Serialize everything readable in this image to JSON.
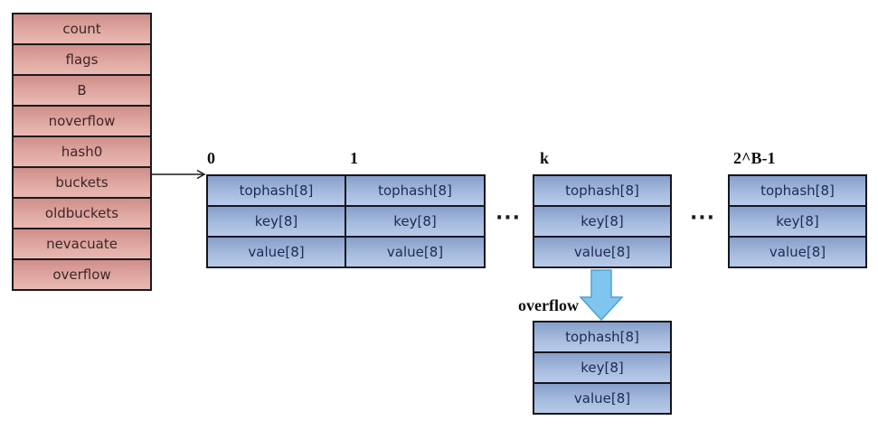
{
  "hmap": {
    "fields": [
      "count",
      "flags",
      "B",
      "noverflow",
      "hash0",
      "buckets",
      "oldbuckets",
      "nevacuate",
      "overflow"
    ]
  },
  "bucket_array": {
    "indices": [
      "0",
      "1",
      "k",
      "2^B-1"
    ],
    "rows": [
      "tophash[8]",
      "key[8]",
      "value[8]"
    ],
    "ellipsis": "···",
    "overflow_label": "overflow"
  },
  "colors": {
    "hmap_cell_top": "#cf8e89",
    "hmap_cell_bottom": "#e9b8b2",
    "bucket_cell_top": "#879fcb",
    "bucket_cell_bottom": "#b7cae9",
    "cell_border": "#1b1b1b",
    "overflow_arrow_fill": "#7fc6ee",
    "overflow_arrow_stroke": "#4e9fd3",
    "pointer_arrow": "#1a1a1a"
  }
}
